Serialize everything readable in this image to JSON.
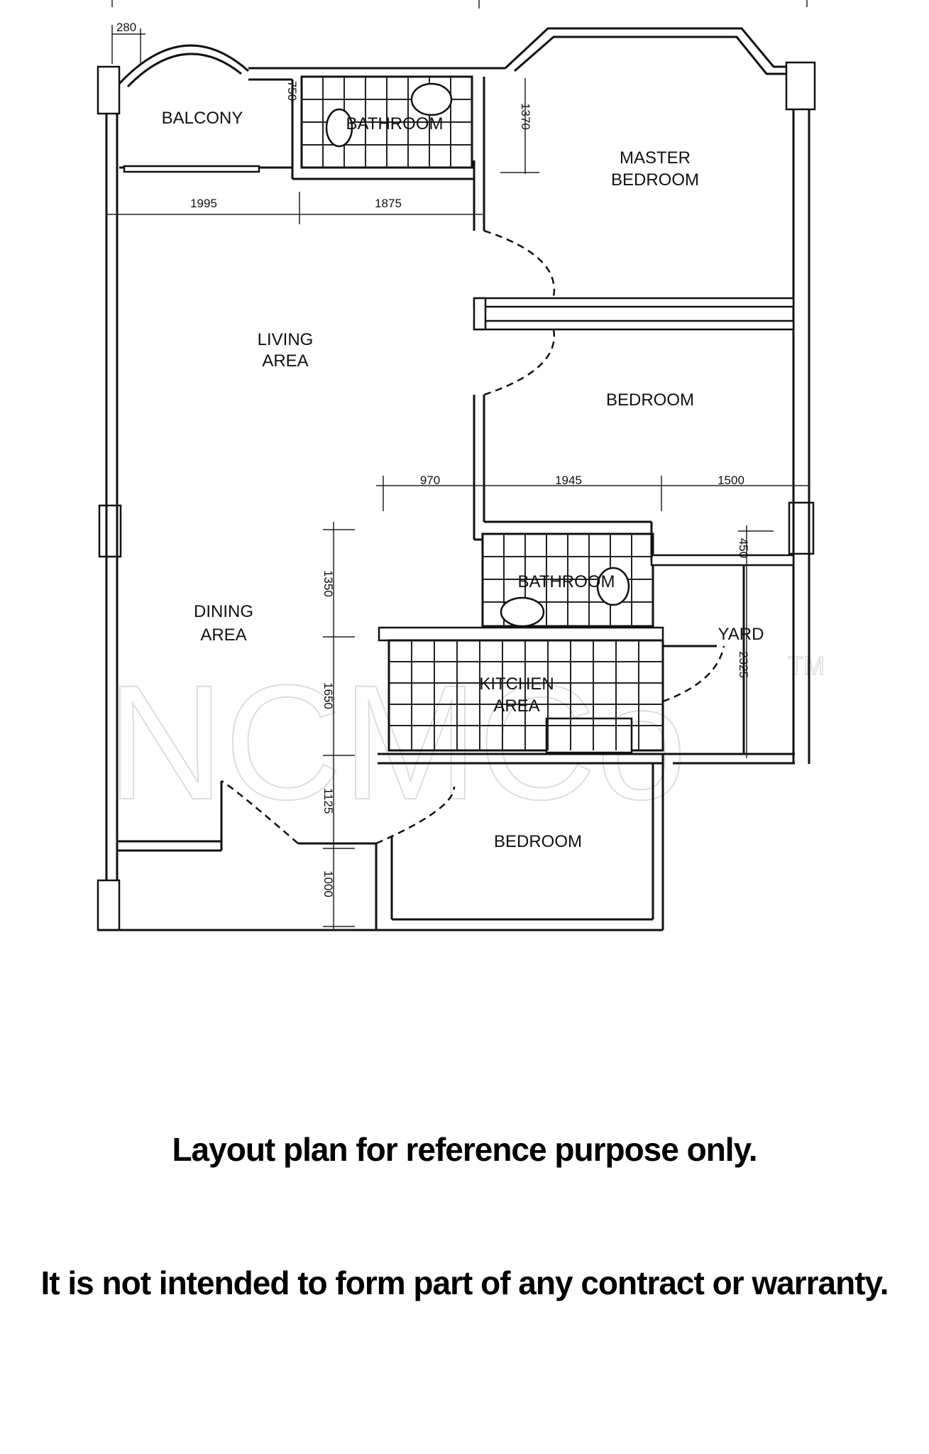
{
  "rooms": {
    "balcony": "BALCONY",
    "bathroom_1": "BATHROOM",
    "master_bedroom_1": "MASTER",
    "master_bedroom_2": "BEDROOM",
    "living_1": "LIVING",
    "living_2": "AREA",
    "bedroom_2": "BEDROOM",
    "dining_1": "DINING",
    "dining_2": "AREA",
    "bathroom_2": "BATHROOM",
    "yard": "YARD",
    "kitchen_1": "KITCHEN",
    "kitchen_2": "AREA",
    "bedroom_3": "BEDROOM"
  },
  "dimensions": {
    "d280": "280",
    "d750": "750",
    "d1370": "1370",
    "d1995": "1995",
    "d1875": "1875",
    "d970": "970",
    "d1945": "1945",
    "d1500": "1500",
    "d1350": "1350",
    "d1650": "1650",
    "d1125": "1125",
    "d1000": "1000",
    "d450": "450",
    "d2325": "2325"
  },
  "watermark": {
    "text": "NCMCo",
    "tm": "TM"
  },
  "notes": {
    "line1": "Layout plan for reference purpose only.",
    "line2": "It is not intended to form part of any contract or warranty."
  }
}
